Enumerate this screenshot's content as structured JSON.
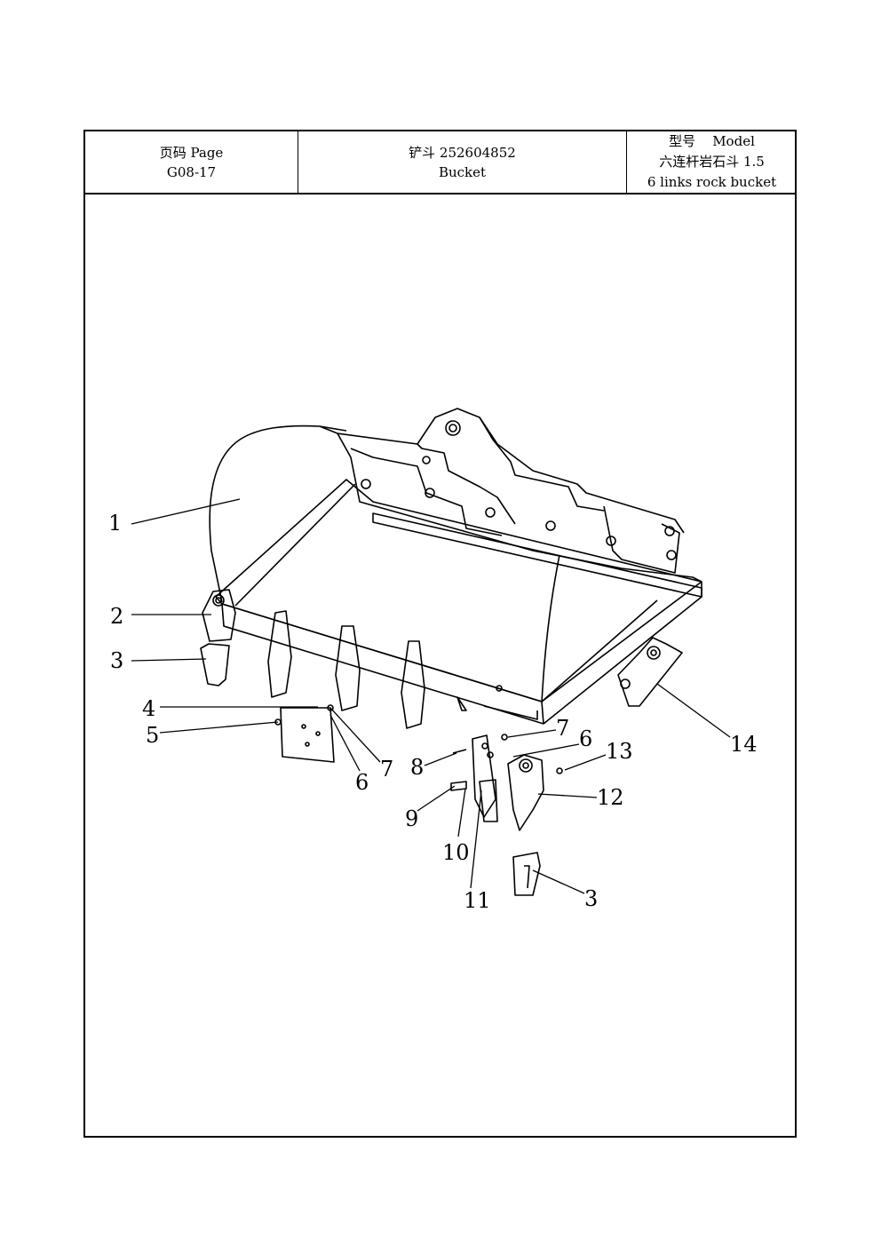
{
  "header": {
    "page": {
      "label": "页码 Page",
      "number": "G08-17"
    },
    "part": {
      "name_cn_number": "铲斗 252604852",
      "name_en": "Bucket"
    },
    "model": {
      "label": "型号    Model",
      "name_cn": "六连杆岩石斗 1.5",
      "name_en": "6 links rock bucket"
    }
  },
  "callouts": {
    "c1": "1",
    "c2": "2",
    "c3a": "3",
    "c4": "4",
    "c5": "5",
    "c6a": "6",
    "c7a": "7",
    "c8": "8",
    "c9": "9",
    "c10": "10",
    "c11": "11",
    "c7b": "7",
    "c6b": "6",
    "c13": "13",
    "c12": "12",
    "c3b": "3",
    "c14": "14"
  }
}
